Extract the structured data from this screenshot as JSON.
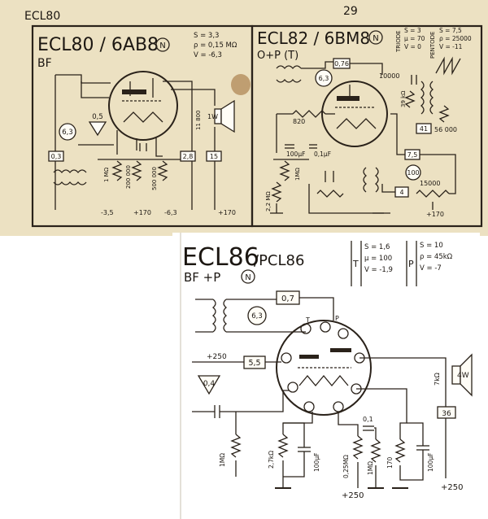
{
  "page": {
    "corner_label": "ECL80",
    "page_number": "29"
  },
  "ecl80": {
    "title": "ECL80 / 6AB8",
    "class": "BF",
    "badge": "N",
    "specs": [
      "S = 3,3",
      "ρ = 0,15 MΩ",
      "V = -6,3"
    ],
    "heater": "6,3",
    "grid_v": "0,5",
    "b1": "0,3",
    "b2": "2,8",
    "b3": "15",
    "speaker": "1W",
    "z": "11 800",
    "r1": "1 MΩ",
    "r2": "200 000",
    "r3": "500 000",
    "rails": [
      "-3,5",
      "+170",
      "-6,3",
      "+170"
    ]
  },
  "ecl82": {
    "title": "ECL82 / 6BM8",
    "class": "O+P (T)",
    "badge": "N",
    "triode_label": "TRIODE",
    "pentode_label": "PENTODE",
    "triode_specs": [
      "S = 3",
      "μ = 70",
      "V = 0"
    ],
    "pentode_specs": [
      "S = 7,5",
      "ρ = 25000",
      "V = -11"
    ],
    "heater": "6,3",
    "b1": "0,76",
    "r820": "820",
    "c100u": "100μF",
    "c01u": "0,1μF",
    "r1m": "1MΩ",
    "r22m": "2,2 MΩ",
    "r10000": "10000",
    "r39k": "39 kΩ",
    "r56000": "56 000",
    "r15000": "15000",
    "b41": "41",
    "b75": "7,5",
    "b4": "4",
    "b100": "100",
    "rail": "+170"
  },
  "ecl86": {
    "title_main": "ECL86",
    "title_alt": "/PCL86",
    "class": "BF +P",
    "badge": "N",
    "t_label": "T",
    "p_label": "P",
    "t_specs": [
      "S = 1,6",
      "μ = 100",
      "V = -1,9"
    ],
    "p_specs": [
      "S = 10",
      "ρ = 45kΩ",
      "V = -7"
    ],
    "b07": "0,7",
    "heater": "6,3",
    "pin_t": "T",
    "pin_p": "P",
    "rail_in": "+250",
    "b55": "5,5",
    "grid_v": "0,4",
    "r1m_a": "1MΩ",
    "r27k": "2,7kΩ",
    "c100u_a": "100μF",
    "r025m": "0,25MΩ",
    "r1m_b": "1MΩ",
    "c01": "0,1",
    "r170": "170",
    "c100u_b": "100μF",
    "z": "7kΩ",
    "speaker": "4W",
    "b36": "36",
    "rail_a": "+250",
    "rail_b": "+250"
  }
}
